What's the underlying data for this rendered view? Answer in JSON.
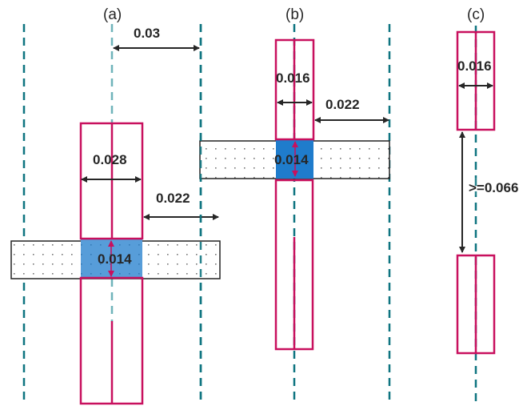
{
  "panels": [
    {
      "id": "a",
      "caption": "(a)",
      "pitch_label": "0.03",
      "wire_width_label": "0.028",
      "spacing_label": "0.022",
      "overlap_label": "0.014"
    },
    {
      "id": "b",
      "caption": "(b)",
      "wire_width_label": "0.016",
      "spacing_label": "0.022",
      "overlap_label": "0.014"
    },
    {
      "id": "c",
      "caption": "(c)",
      "wire_width_label": "0.016",
      "end_to_end_label": ">=0.066"
    }
  ],
  "colors": {
    "track": "#0e7480",
    "track_light": "#6fb3ba",
    "wire": "#c8105e",
    "via": "#1f7ccc",
    "arrow": "#262626"
  }
}
